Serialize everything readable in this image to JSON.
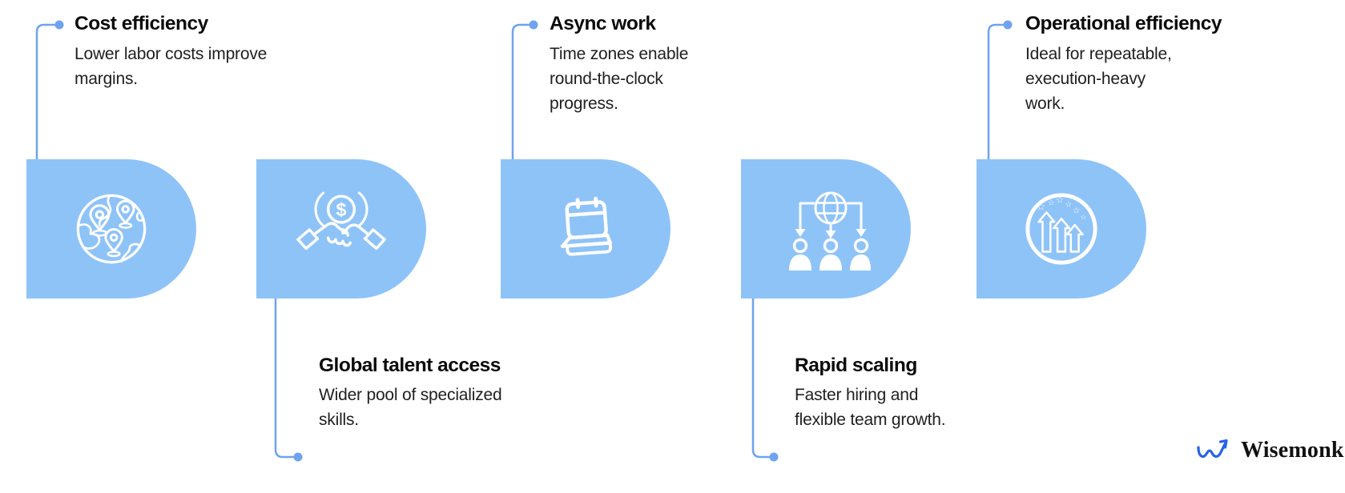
{
  "items": [
    {
      "title": "Cost efficiency",
      "description": [
        "Lower labor costs improve",
        "margins."
      ],
      "icon": "globe-pins-icon",
      "label_position": "top"
    },
    {
      "title": "Global talent access",
      "description": [
        "Wider pool of specialized",
        "skills."
      ],
      "icon": "handshake-dollar-icon",
      "label_position": "bottom"
    },
    {
      "title": "Async work",
      "description": [
        "Time zones enable",
        "round-the-clock",
        "progress."
      ],
      "icon": "calendar-icon",
      "label_position": "top"
    },
    {
      "title": "Rapid scaling",
      "description": [
        "Faster hiring and",
        "flexible team growth."
      ],
      "icon": "global-team-distribution-icon",
      "label_position": "bottom"
    },
    {
      "title": "Operational efficiency",
      "description": [
        "Ideal for repeatable,",
        "execution-heavy",
        "work."
      ],
      "icon": "growth-arrows-icon",
      "label_position": "top"
    }
  ],
  "branding": {
    "logo_text": "Wisemonk"
  },
  "colors": {
    "shape_fill": "#8EC3F8",
    "connector": "#6FA3F0",
    "logo_blue": "#2563EB",
    "heading_text": "#0B0B0B",
    "body_text": "#202020",
    "background": "#FFFFFF"
  }
}
